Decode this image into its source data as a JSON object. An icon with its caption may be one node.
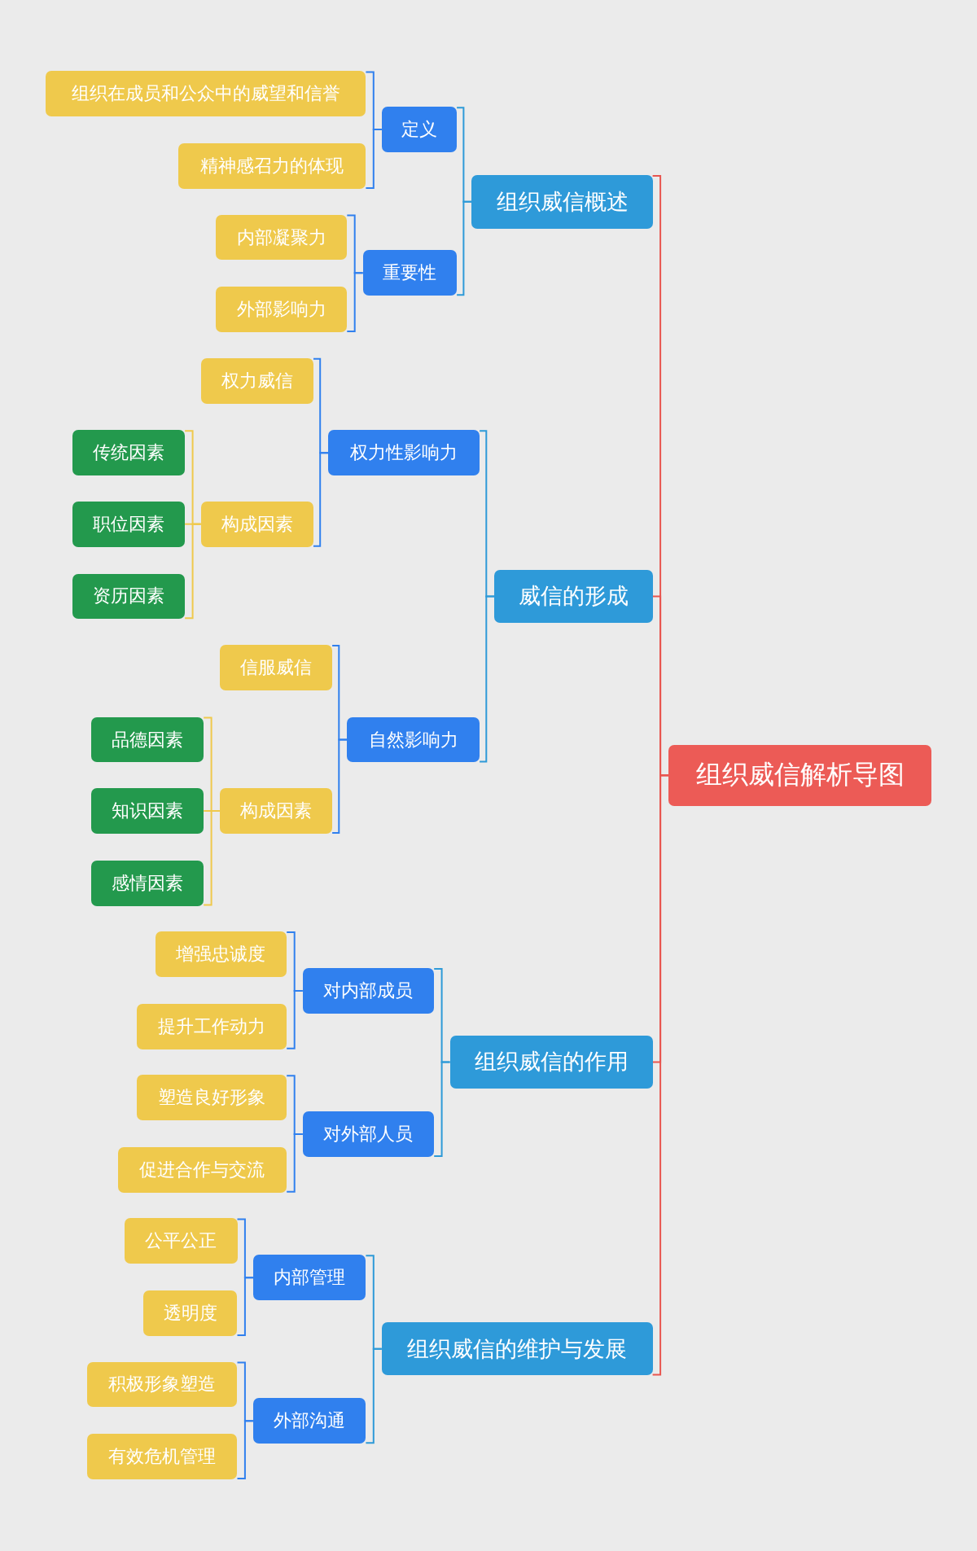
{
  "diagram": {
    "nodes": [
      {
        "text": [
          "组织威信解析导图"
        ]
      },
      {
        "text": [
          "组织威信概述"
        ]
      },
      {
        "text": [
          "定义"
        ]
      },
      {
        "text": [
          "组织在成员和公众中的威望和信誉"
        ]
      },
      {
        "text": [
          "精神感召力的体现"
        ]
      },
      {
        "text": [
          "重要性"
        ]
      },
      {
        "text": [
          "内部凝聚力"
        ]
      },
      {
        "text": [
          "外部影响力"
        ]
      },
      {
        "text": [
          "威信的形成"
        ]
      },
      {
        "text": [
          "权力性影响力"
        ]
      },
      {
        "text": [
          "权力威信"
        ]
      },
      {
        "text": [
          "构成因素"
        ]
      },
      {
        "text": [
          "传统因素"
        ]
      },
      {
        "text": [
          "职位因素"
        ]
      },
      {
        "text": [
          "资历因素"
        ]
      },
      {
        "text": [
          "自然影响力"
        ]
      },
      {
        "text": [
          "信服威信"
        ]
      },
      {
        "text": [
          "构成因素"
        ]
      },
      {
        "text": [
          "品德因素"
        ]
      },
      {
        "text": [
          "知识因素"
        ]
      },
      {
        "text": [
          "感情因素"
        ]
      },
      {
        "text": [
          "组织威信的作用"
        ]
      },
      {
        "text": [
          "对内部成员"
        ]
      },
      {
        "text": [
          "增强忠诚度"
        ]
      },
      {
        "text": [
          "提升工作动力"
        ]
      },
      {
        "text": [
          "对外部人员"
        ]
      },
      {
        "text": [
          "塑造良好形象"
        ]
      },
      {
        "text": [
          "促进合作与交流"
        ]
      },
      {
        "text": [
          "组织威信的维护与发展"
        ]
      },
      {
        "text": [
          "内部管理"
        ]
      },
      {
        "text": [
          "公平公正"
        ]
      },
      {
        "text": [
          "透明度"
        ]
      },
      {
        "text": [
          "外部沟通"
        ]
      },
      {
        "text": [
          "积极形象塑造"
        ]
      },
      {
        "text": [
          "有效危机管理"
        ]
      }
    ],
    "edges": [
      {
        "from": 0,
        "to": 1,
        "arrow": "none",
        "color": "#e8554f"
      },
      {
        "from": 1,
        "to": 2,
        "arrow": "none",
        "color": "#2e9ad8"
      },
      {
        "from": 2,
        "to": 3,
        "arrow": "none"
      },
      {
        "from": 2,
        "to": 4,
        "arrow": "none"
      },
      {
        "from": 1,
        "to": 5,
        "arrow": "none",
        "color": "#2e9ad8"
      },
      {
        "from": 5,
        "to": 6,
        "arrow": "none"
      },
      {
        "from": 5,
        "to": 7,
        "arrow": "none"
      },
      {
        "from": 0,
        "to": 8,
        "arrow": "none",
        "color": "#e8554f"
      },
      {
        "from": 8,
        "to": 9,
        "arrow": "none",
        "color": "#2e9ad8"
      },
      {
        "from": 9,
        "to": 10,
        "arrow": "none"
      },
      {
        "from": 9,
        "to": 11,
        "arrow": "none"
      },
      {
        "from": 11,
        "to": 12,
        "arrow": "none",
        "color": "#efc94c"
      },
      {
        "from": 11,
        "to": 13,
        "arrow": "none",
        "color": "#efc94c"
      },
      {
        "from": 11,
        "to": 14,
        "arrow": "none",
        "color": "#efc94c"
      },
      {
        "from": 8,
        "to": 15,
        "arrow": "none",
        "color": "#2e9ad8"
      },
      {
        "from": 15,
        "to": 16,
        "arrow": "none"
      },
      {
        "from": 15,
        "to": 17,
        "arrow": "none"
      },
      {
        "from": 17,
        "to": 18,
        "arrow": "none",
        "color": "#efc94c"
      },
      {
        "from": 17,
        "to": 19,
        "arrow": "none",
        "color": "#efc94c"
      },
      {
        "from": 17,
        "to": 20,
        "arrow": "none",
        "color": "#efc94c"
      },
      {
        "from": 0,
        "to": 21,
        "arrow": "none",
        "color": "#e8554f"
      },
      {
        "from": 21,
        "to": 22,
        "arrow": "none",
        "color": "#2e9ad8"
      },
      {
        "from": 22,
        "to": 23,
        "arrow": "none"
      },
      {
        "from": 22,
        "to": 24,
        "arrow": "none"
      },
      {
        "from": 21,
        "to": 25,
        "arrow": "none",
        "color": "#2e9ad8"
      },
      {
        "from": 25,
        "to": 26,
        "arrow": "none"
      },
      {
        "from": 25,
        "to": 27,
        "arrow": "none"
      },
      {
        "from": 0,
        "to": 28,
        "arrow": "none",
        "color": "#e8554f"
      },
      {
        "from": 28,
        "to": 29,
        "arrow": "none",
        "color": "#2e9ad8"
      },
      {
        "from": 29,
        "to": 30,
        "arrow": "none"
      },
      {
        "from": 29,
        "to": 31,
        "arrow": "none"
      },
      {
        "from": 28,
        "to": 32,
        "arrow": "none",
        "color": "#2e9ad8"
      },
      {
        "from": 32,
        "to": 33,
        "arrow": "none"
      },
      {
        "from": 32,
        "to": 34,
        "arrow": "none"
      }
    ]
  }
}
